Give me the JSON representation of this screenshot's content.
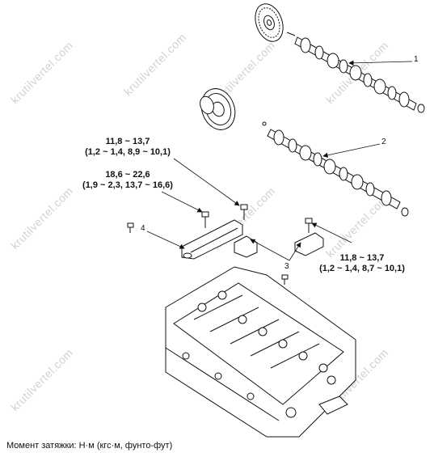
{
  "callouts": {
    "part1": "1",
    "part2": "2",
    "part3": "3",
    "part4": "4"
  },
  "torques": {
    "bearing_cap_bolts_upper": {
      "line1": "11,8 ~ 13,7",
      "line2": "(1,2 ~ 1,4, 8,9 ~ 10,1)"
    },
    "front_cap_bolts": {
      "line1": "18,6 ~ 22,6",
      "line2": "(1,9 ~ 2,3, 13,7 ~ 16,6)"
    },
    "bearing_cap_bolts_right": {
      "line1": "11,8 ~ 13,7",
      "line2": "(1,2 ~ 1,4, 8,7 ~ 10,1)"
    }
  },
  "caption": "Момент затяжки: Н·м (кгс·м, фунто-фут)",
  "watermark": "krutilvertel.com"
}
